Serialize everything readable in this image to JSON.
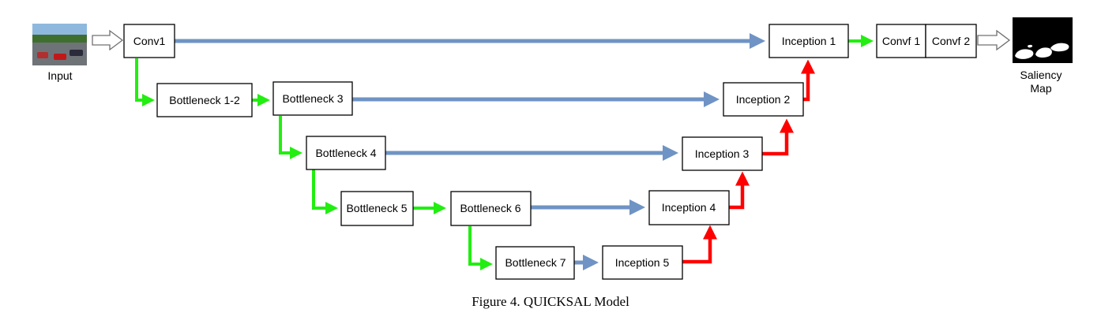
{
  "diagram": {
    "nodes": {
      "input": "Input",
      "conv1": "Conv1",
      "bottleneck12": "Bottleneck 1-2",
      "bottleneck3": "Bottleneck 3",
      "bottleneck4": "Bottleneck 4",
      "bottleneck5": "Bottleneck 5",
      "bottleneck6": "Bottleneck 6",
      "bottleneck7": "Bottleneck 7",
      "inception1": "Inception 1",
      "inception2": "Inception 2",
      "inception3": "Inception 3",
      "inception4": "Inception 4",
      "inception5": "Inception 5",
      "convf1": "Convf 1",
      "convf2": "Convf 2",
      "saliency_line1": "Saliency",
      "saliency_line2": "Map"
    },
    "caption": "Figure 4. QUICKSAL Model",
    "colors": {
      "skip_arrow": "#6f93c4",
      "encoder_arrow": "#22ee11",
      "decoder_arrow": "#ff0000",
      "io_arrow": "#ffffff"
    }
  }
}
